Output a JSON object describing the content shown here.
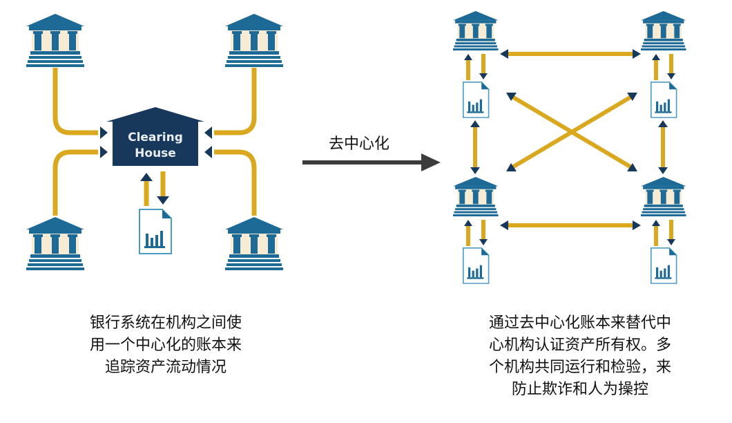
{
  "colors": {
    "bank_blue": "#1d6a96",
    "bank_cream": "#f6ecd6",
    "navy": "#17385a",
    "gold": "#d9a81e",
    "arrow_gray": "#3c3c3c",
    "doc_border": "#4a9cc0"
  },
  "left_diagram": {
    "name": "centralized",
    "clearing_house": {
      "line1": "Clearing",
      "line2": "House"
    },
    "nodes": [
      {
        "id": "bank-top-left",
        "icon": "bank-icon"
      },
      {
        "id": "bank-top-right",
        "icon": "bank-icon"
      },
      {
        "id": "bank-bottom-left",
        "icon": "bank-icon"
      },
      {
        "id": "bank-bottom-right",
        "icon": "bank-icon"
      },
      {
        "id": "ledger",
        "icon": "ledger-document-icon"
      }
    ],
    "caption": [
      "银行系统在机构之间使",
      "用一个中心化的账本来",
      "追踪资产流动情况"
    ]
  },
  "transition": {
    "label": "去中心化",
    "icon": "right-arrow-icon"
  },
  "right_diagram": {
    "name": "decentralized",
    "nodes": [
      {
        "id": "bank-top-left",
        "icon": "bank-icon",
        "ledger": "ledger-document-icon"
      },
      {
        "id": "bank-top-right",
        "icon": "bank-icon",
        "ledger": "ledger-document-icon"
      },
      {
        "id": "bank-bottom-left",
        "icon": "bank-icon",
        "ledger": "ledger-document-icon"
      },
      {
        "id": "bank-bottom-right",
        "icon": "bank-icon",
        "ledger": "ledger-document-icon"
      }
    ],
    "caption": [
      "通过去中心化账本来替代中",
      "心机构认证资产所有权。多",
      "个机构共同运行和检验，来",
      "防止欺诈和人为操控"
    ]
  }
}
